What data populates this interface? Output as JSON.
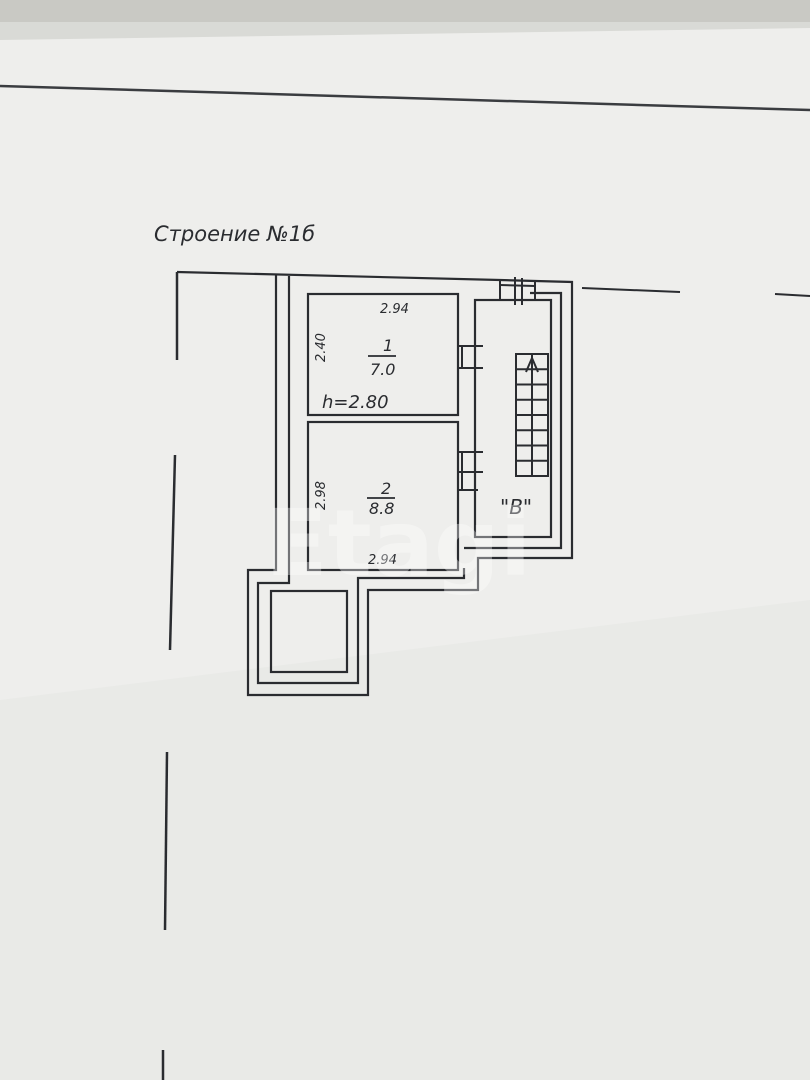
{
  "title": "Строение №1б",
  "rooms": [
    {
      "number": "1",
      "area": "7.0",
      "width_label": "2.94",
      "depth_label": "2.40",
      "height_label": "h=2.80"
    },
    {
      "number": "2",
      "area": "8.8",
      "width_label": "2.94",
      "depth_label": "2.98"
    }
  ],
  "stair_label": "\"В\"",
  "watermark": "Etagi",
  "colors": {
    "ink": "#2a2c30",
    "paper": "#eeeeec",
    "paper_edge": "#e4e5e2",
    "background": "#d9dad6"
  }
}
